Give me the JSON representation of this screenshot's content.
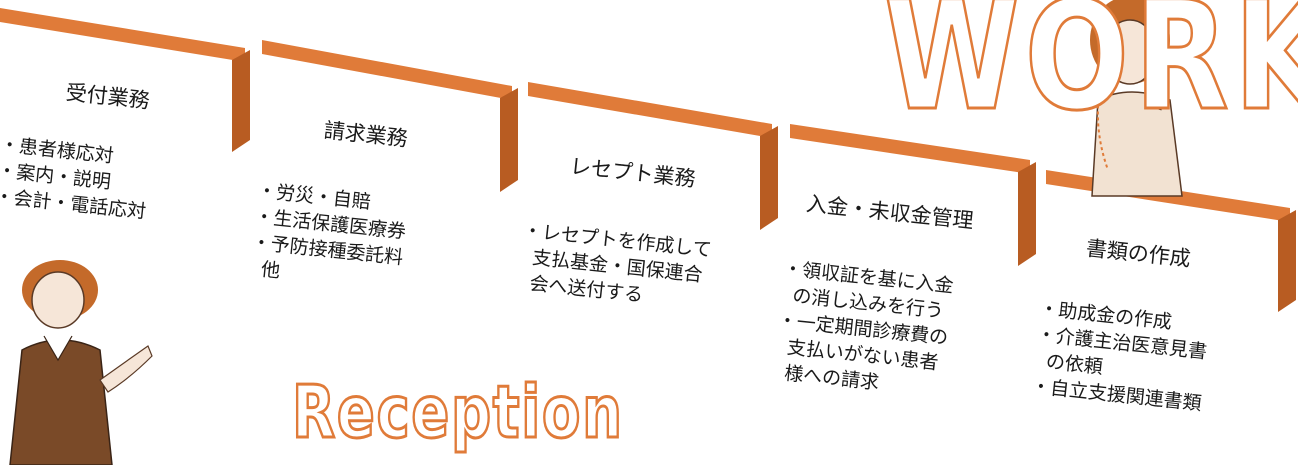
{
  "cards": [
    {
      "title": "受付業務",
      "items": [
        "・患者様応対",
        "・案内・説明",
        "・会計・電話応対"
      ]
    },
    {
      "title": "請求業務",
      "items": [
        "・労災・自賠",
        "・生活保護医療券",
        "・予防接種委託料",
        "他"
      ]
    },
    {
      "title": "レセプト業務",
      "items": [
        "・レセプトを作成して",
        "支払基金・国保連合",
        "会へ送付する"
      ]
    },
    {
      "title": "入金・未収金管理",
      "items": [
        "・領収証を基に入金",
        "の消し込みを行う",
        "・一定期間診療費の",
        "支払いがない患者",
        "様への請求"
      ]
    },
    {
      "title": "書類の作成",
      "items": [
        "・助成金の作成",
        "・介護主治医意見書",
        "の依頼",
        "・自立支援関連書類"
      ]
    }
  ],
  "watermark_work": "WORK",
  "watermark_reception": "Reception",
  "colors": {
    "accent": "#e07b39",
    "accent_dark": "#b85c22"
  },
  "illustrations": [
    "receptionist-woman-illustration",
    "phone-operator-woman-illustration"
  ]
}
